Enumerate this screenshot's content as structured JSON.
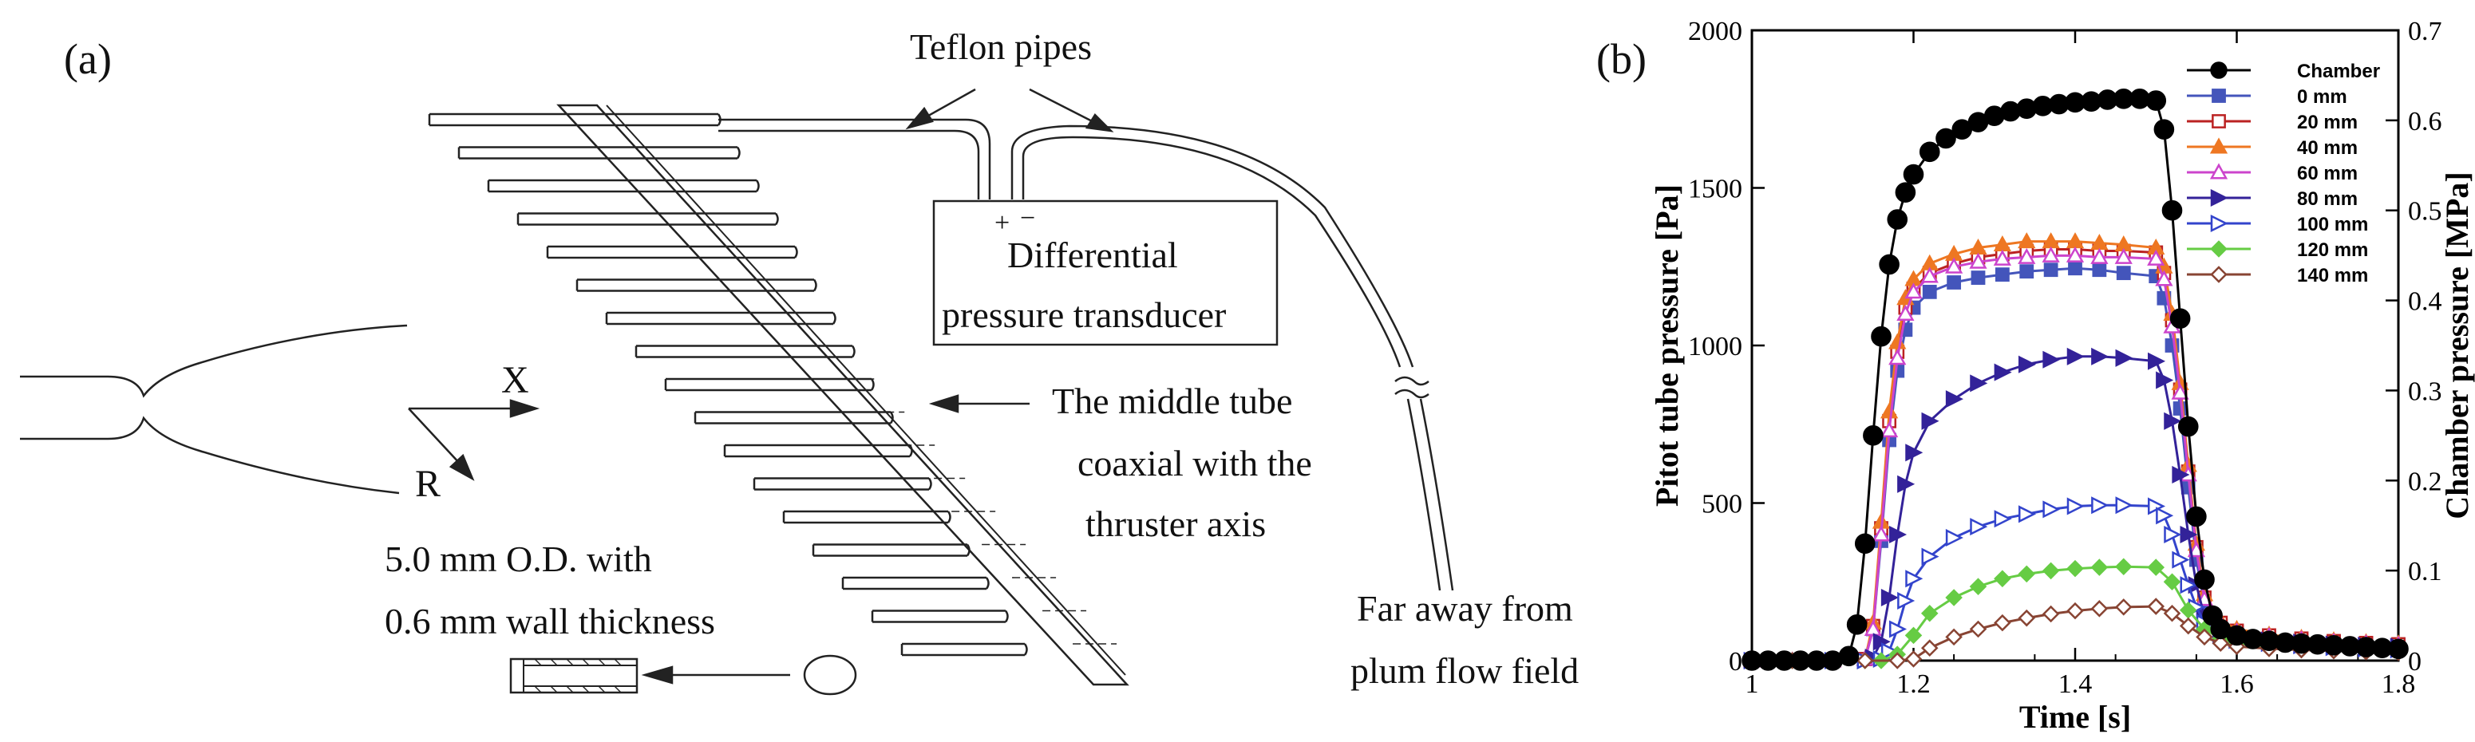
{
  "panel_a": {
    "label": "(a)",
    "teflon_label": "Teflon pipes",
    "transducer_sign_plus": "+",
    "transducer_sign_minus": "−",
    "transducer_line1": "Differential",
    "transducer_line2": "pressure transducer",
    "axis_x": "X",
    "axis_r": "R",
    "middle_tube_line1": "The middle tube",
    "middle_tube_line2": "coaxial with the",
    "middle_tube_line3": "thruster axis",
    "od_line1": "5.0 mm O.D. with",
    "od_line2": "0.6 mm wall thickness",
    "far_line1": "Far away from",
    "far_line2": "plum flow field"
  },
  "panel_b": {
    "label": "(b)"
  },
  "chart_data": {
    "type": "line",
    "xlabel": "Time [s]",
    "ylabel": "Pitot tube pressure [Pa]",
    "y2label": "Chamber pressure [MPa]",
    "xlim": [
      1.0,
      1.8
    ],
    "ylim": [
      0,
      2000
    ],
    "y2lim": [
      0,
      0.7
    ],
    "x_ticks": [
      "1",
      "1.2",
      "1.4",
      "1.6",
      "1.8"
    ],
    "y_ticks": [
      "0",
      "500",
      "1000",
      "1500",
      "2000"
    ],
    "y2_ticks": [
      "0",
      "0.1",
      "0.2",
      "0.3",
      "0.4",
      "0.5",
      "0.6",
      "0.7"
    ],
    "legend_position": "top-right",
    "grid": false,
    "series": [
      {
        "name": "Chamber",
        "axis": "right",
        "color": "#000000",
        "marker": "circle-filled",
        "x": [
          1.0,
          1.02,
          1.04,
          1.06,
          1.08,
          1.1,
          1.12,
          1.13,
          1.14,
          1.15,
          1.16,
          1.17,
          1.18,
          1.19,
          1.2,
          1.22,
          1.24,
          1.26,
          1.28,
          1.3,
          1.32,
          1.34,
          1.36,
          1.38,
          1.4,
          1.42,
          1.44,
          1.46,
          1.48,
          1.5,
          1.51,
          1.52,
          1.53,
          1.54,
          1.55,
          1.56,
          1.57,
          1.58,
          1.6,
          1.62,
          1.64,
          1.66,
          1.68,
          1.7,
          1.72,
          1.74,
          1.76,
          1.78,
          1.8
        ],
        "y": [
          0,
          0,
          0,
          0,
          0,
          0,
          0.005,
          0.04,
          0.13,
          0.25,
          0.36,
          0.44,
          0.49,
          0.52,
          0.54,
          0.565,
          0.58,
          0.59,
          0.598,
          0.605,
          0.61,
          0.613,
          0.616,
          0.618,
          0.62,
          0.621,
          0.623,
          0.624,
          0.624,
          0.622,
          0.59,
          0.5,
          0.38,
          0.26,
          0.16,
          0.09,
          0.05,
          0.035,
          0.028,
          0.024,
          0.022,
          0.02,
          0.019,
          0.018,
          0.017,
          0.016,
          0.015,
          0.014,
          0.013
        ]
      },
      {
        "name": "0 mm",
        "axis": "left",
        "color": "#4455bb",
        "marker": "square-filled",
        "x": [
          1.0,
          1.05,
          1.1,
          1.14,
          1.15,
          1.16,
          1.17,
          1.18,
          1.19,
          1.2,
          1.22,
          1.25,
          1.28,
          1.31,
          1.34,
          1.37,
          1.4,
          1.43,
          1.46,
          1.5,
          1.51,
          1.52,
          1.53,
          1.54,
          1.55,
          1.56,
          1.58,
          1.6,
          1.64,
          1.68,
          1.72,
          1.76,
          1.8
        ],
        "y": [
          0,
          0,
          0,
          5,
          100,
          380,
          700,
          920,
          1050,
          1120,
          1170,
          1200,
          1215,
          1225,
          1235,
          1240,
          1245,
          1240,
          1230,
          1220,
          1150,
          1000,
          800,
          550,
          320,
          180,
          110,
          90,
          75,
          65,
          60,
          55,
          50
        ]
      },
      {
        "name": "20 mm",
        "axis": "left",
        "color": "#bb2222",
        "marker": "square-open",
        "x": [
          1.0,
          1.05,
          1.1,
          1.14,
          1.15,
          1.16,
          1.17,
          1.18,
          1.19,
          1.2,
          1.22,
          1.25,
          1.28,
          1.31,
          1.34,
          1.37,
          1.4,
          1.43,
          1.46,
          1.5,
          1.51,
          1.52,
          1.53,
          1.54,
          1.55,
          1.56,
          1.58,
          1.6,
          1.64,
          1.68,
          1.72,
          1.76,
          1.8
        ],
        "y": [
          0,
          0,
          0,
          5,
          110,
          420,
          760,
          980,
          1120,
          1180,
          1230,
          1260,
          1280,
          1290,
          1300,
          1305,
          1305,
          1300,
          1300,
          1295,
          1230,
          1080,
          860,
          600,
          360,
          200,
          120,
          95,
          80,
          70,
          62,
          56,
          52
        ]
      },
      {
        "name": "40 mm",
        "axis": "left",
        "color": "#ee7722",
        "marker": "triangle-filled",
        "x": [
          1.0,
          1.05,
          1.1,
          1.14,
          1.15,
          1.16,
          1.17,
          1.18,
          1.19,
          1.2,
          1.22,
          1.25,
          1.28,
          1.31,
          1.34,
          1.37,
          1.4,
          1.43,
          1.46,
          1.5,
          1.51,
          1.52,
          1.53,
          1.54,
          1.55,
          1.56,
          1.58,
          1.6,
          1.64,
          1.68,
          1.72,
          1.76,
          1.8
        ],
        "y": [
          0,
          0,
          0,
          5,
          120,
          440,
          790,
          1010,
          1150,
          1210,
          1260,
          1290,
          1310,
          1320,
          1330,
          1330,
          1330,
          1325,
          1320,
          1310,
          1250,
          1100,
          880,
          620,
          370,
          210,
          125,
          100,
          82,
          72,
          64,
          58,
          54
        ]
      },
      {
        "name": "60 mm",
        "axis": "left",
        "color": "#cc44cc",
        "marker": "triangle-open",
        "x": [
          1.0,
          1.05,
          1.1,
          1.14,
          1.15,
          1.16,
          1.17,
          1.18,
          1.19,
          1.2,
          1.22,
          1.25,
          1.28,
          1.31,
          1.34,
          1.37,
          1.4,
          1.43,
          1.46,
          1.5,
          1.51,
          1.52,
          1.53,
          1.54,
          1.55,
          1.56,
          1.58,
          1.6,
          1.64,
          1.68,
          1.72,
          1.76,
          1.8
        ],
        "y": [
          0,
          0,
          0,
          5,
          100,
          400,
          730,
          960,
          1100,
          1170,
          1220,
          1250,
          1265,
          1275,
          1280,
          1285,
          1285,
          1280,
          1280,
          1275,
          1210,
          1060,
          850,
          590,
          350,
          195,
          118,
          92,
          78,
          68,
          60,
          55,
          50
        ]
      },
      {
        "name": "80 mm",
        "axis": "left",
        "color": "#332299",
        "marker": "triangle-right-filled",
        "x": [
          1.0,
          1.05,
          1.1,
          1.14,
          1.15,
          1.16,
          1.17,
          1.18,
          1.19,
          1.2,
          1.22,
          1.25,
          1.28,
          1.31,
          1.34,
          1.37,
          1.4,
          1.43,
          1.46,
          1.5,
          1.51,
          1.52,
          1.53,
          1.54,
          1.55,
          1.56,
          1.58,
          1.6,
          1.64,
          1.68,
          1.72,
          1.76,
          1.8
        ],
        "y": [
          0,
          0,
          0,
          0,
          10,
          60,
          200,
          400,
          560,
          660,
          760,
          830,
          880,
          915,
          940,
          955,
          965,
          965,
          960,
          950,
          890,
          760,
          590,
          400,
          240,
          140,
          90,
          75,
          65,
          58,
          52,
          48,
          45
        ]
      },
      {
        "name": "100 mm",
        "axis": "left",
        "color": "#3344cc",
        "marker": "triangle-right-open",
        "x": [
          1.0,
          1.05,
          1.1,
          1.14,
          1.16,
          1.17,
          1.18,
          1.19,
          1.2,
          1.22,
          1.25,
          1.28,
          1.31,
          1.34,
          1.37,
          1.4,
          1.43,
          1.46,
          1.5,
          1.51,
          1.52,
          1.53,
          1.54,
          1.55,
          1.56,
          1.58,
          1.6,
          1.64,
          1.68,
          1.72,
          1.76,
          1.8
        ],
        "y": [
          0,
          0,
          0,
          0,
          5,
          30,
          100,
          190,
          260,
          330,
          390,
          425,
          450,
          465,
          480,
          490,
          493,
          493,
          490,
          460,
          400,
          320,
          240,
          170,
          120,
          80,
          65,
          55,
          48,
          42,
          38,
          35
        ]
      },
      {
        "name": "120 mm",
        "axis": "left",
        "color": "#66cc44",
        "marker": "diamond-filled",
        "x": [
          1.0,
          1.05,
          1.1,
          1.14,
          1.16,
          1.18,
          1.2,
          1.22,
          1.25,
          1.28,
          1.31,
          1.34,
          1.37,
          1.4,
          1.43,
          1.46,
          1.5,
          1.52,
          1.54,
          1.56,
          1.58,
          1.6,
          1.64,
          1.68,
          1.72,
          1.76,
          1.8
        ],
        "y": [
          0,
          0,
          0,
          0,
          0,
          20,
          80,
          150,
          200,
          235,
          260,
          275,
          285,
          292,
          296,
          298,
          296,
          250,
          160,
          100,
          70,
          55,
          45,
          40,
          36,
          32,
          30
        ]
      },
      {
        "name": "140 mm",
        "axis": "left",
        "color": "#884433",
        "marker": "diamond-open",
        "x": [
          1.0,
          1.05,
          1.1,
          1.14,
          1.18,
          1.2,
          1.22,
          1.25,
          1.28,
          1.31,
          1.34,
          1.37,
          1.4,
          1.43,
          1.46,
          1.5,
          1.52,
          1.54,
          1.56,
          1.58,
          1.6,
          1.64,
          1.68,
          1.72,
          1.76,
          1.8
        ],
        "y": [
          0,
          0,
          0,
          0,
          0,
          5,
          40,
          75,
          100,
          120,
          135,
          148,
          158,
          165,
          170,
          172,
          150,
          110,
          75,
          55,
          45,
          38,
          34,
          31,
          28,
          26
        ]
      }
    ]
  }
}
